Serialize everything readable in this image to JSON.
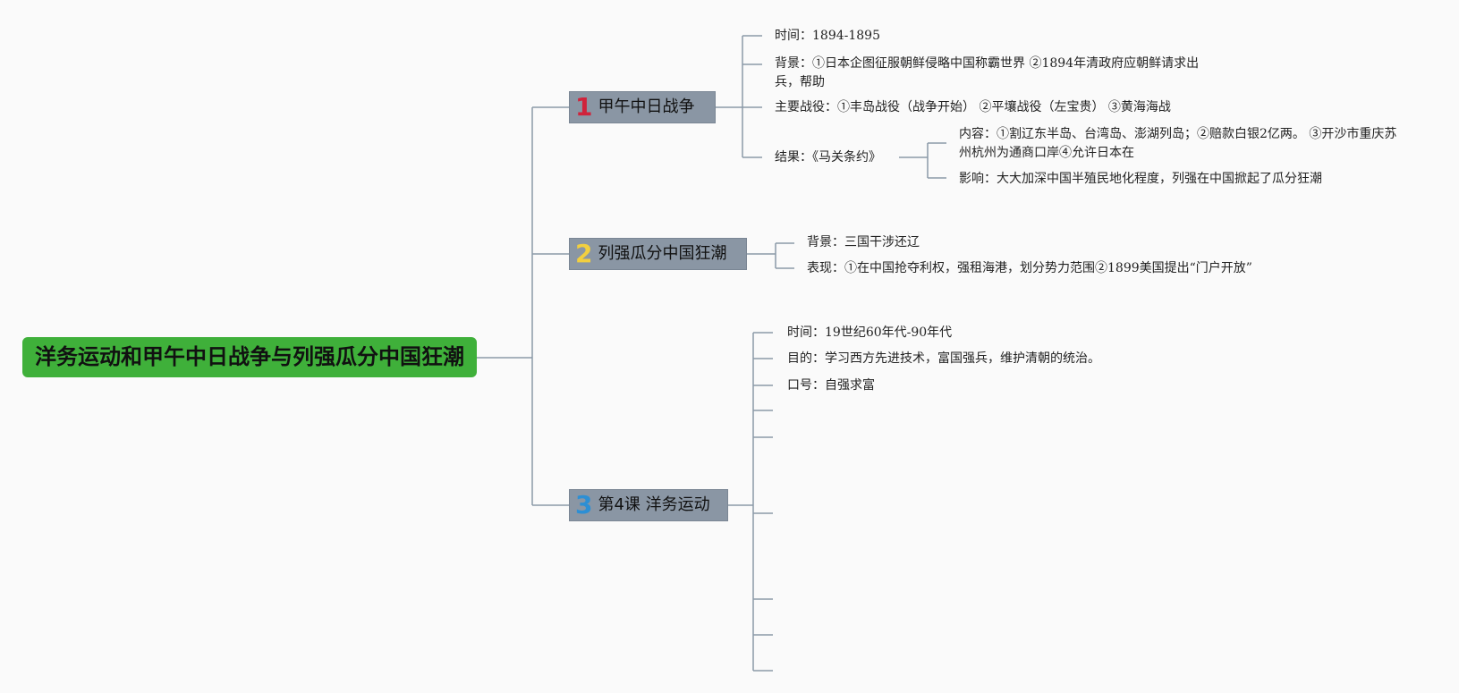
{
  "root": {
    "title": "洋务运动和甲午中日战争与列强瓜分中国狂潮"
  },
  "branch1": {
    "number": "1",
    "title": "甲午中日战争",
    "time": "时间：1894-1895",
    "background": "背景：①日本企图征服朝鲜侵略中国称霸世界 ②1894年清政府应朝鲜请求出兵，帮助",
    "battles": "主要战役：①丰岛战役（战争开始） ②平壤战役（左宝贵） ③黄海海战",
    "result": "结果：《马关条约》",
    "result_content": "内容：①割辽东半岛、台湾岛、澎湖列岛；②赔款白银2亿两。 ③开沙市重庆苏州杭州为通商口岸④允许日本在",
    "result_impact": "影响：大大加深中国半殖民地化程度，列强在中国掀起了瓜分狂潮"
  },
  "branch2": {
    "number": "2",
    "title": "列强瓜分中国狂潮",
    "background": "背景：三国干涉还辽",
    "manifestation": "表现：①在中国抢夺利权，强租海港，划分势力范围②1899美国提出“门户开放”"
  },
  "branch3": {
    "number": "3",
    "title": "第4课 洋务运动",
    "time": "时间：19世纪60年代-90年代",
    "purpose": "目的：学习西方先进技术，富国强兵，维护清朝的统治。",
    "slogan": "口号：自强求富"
  },
  "colors": {
    "root_bg": "#3fb03a",
    "branch_bg": "#8a96a4",
    "line": "#8b99a8",
    "num1": "#d0233b",
    "num2": "#f2cf3f",
    "num3": "#2d8fd4"
  }
}
